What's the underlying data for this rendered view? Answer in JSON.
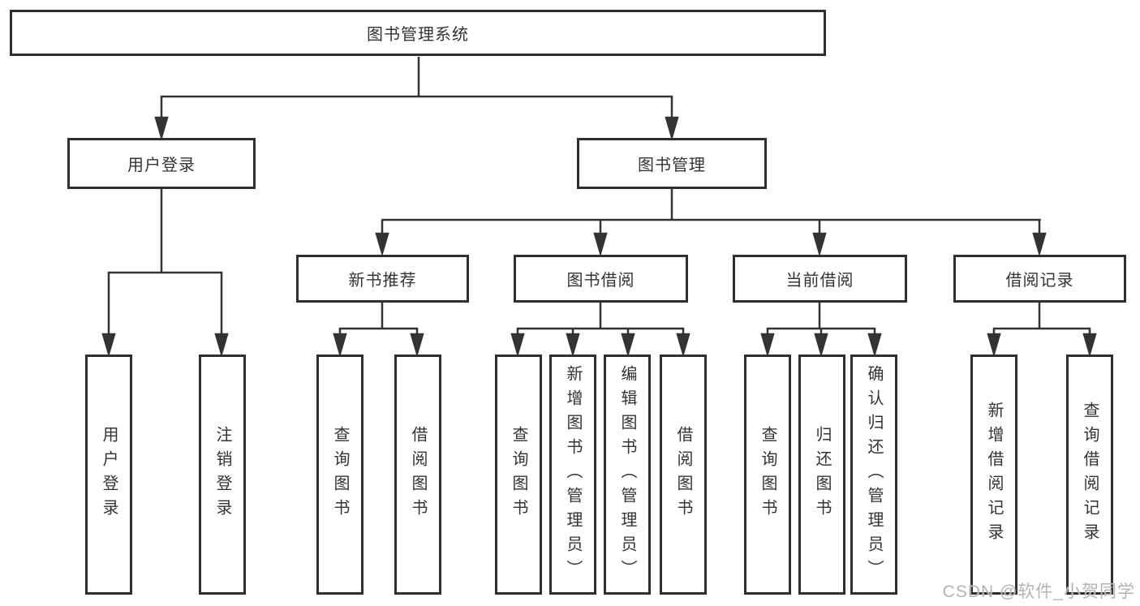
{
  "diagram": {
    "title": "图书管理系统",
    "watermark": "CSDN @软件_小贺同学",
    "colors": {
      "background": "#ffffff",
      "border": "#2f2f2f",
      "line": "#333333",
      "text": "#333333",
      "watermark": "#b3b3b3"
    },
    "nodes": {
      "root": {
        "label": "图书管理系统"
      },
      "user_login": {
        "label": "用户登录"
      },
      "book_mgmt": {
        "label": "图书管理"
      },
      "new_book_rec": {
        "label": "新书推荐"
      },
      "book_borrow": {
        "label": "图书借阅"
      },
      "current_borrow": {
        "label": "当前借阅"
      },
      "borrow_record": {
        "label": "借阅记录"
      },
      "user_login_leaf": {
        "label": "用户登录"
      },
      "logout_leaf": {
        "label": "注销登录"
      },
      "query_book_a": {
        "label": "查询图书"
      },
      "borrow_book_a": {
        "label": "借阅图书"
      },
      "query_book_b": {
        "label": "查询图书"
      },
      "add_book": {
        "label": "新增图书（管理员）"
      },
      "edit_book": {
        "label": "编辑图书（管理员）"
      },
      "borrow_book_b": {
        "label": "借阅图书"
      },
      "query_book_c": {
        "label": "查询图书"
      },
      "return_book": {
        "label": "归还图书"
      },
      "confirm_return": {
        "label": "确认归还（管理员）"
      },
      "add_borrow_record": {
        "label": "新增借阅记录"
      },
      "query_borrow_record": {
        "label": "查询借阅记录"
      }
    },
    "hierarchy": {
      "root": "图书管理系统",
      "children": [
        {
          "label": "用户登录",
          "children": [
            "用户登录",
            "注销登录"
          ]
        },
        {
          "label": "图书管理",
          "children": [
            {
              "label": "新书推荐",
              "children": [
                "查询图书",
                "借阅图书"
              ]
            },
            {
              "label": "图书借阅",
              "children": [
                "查询图书",
                "新增图书（管理员）",
                "编辑图书（管理员）",
                "借阅图书"
              ]
            },
            {
              "label": "当前借阅",
              "children": [
                "查询图书",
                "归还图书",
                "确认归还（管理员）"
              ]
            },
            {
              "label": "借阅记录",
              "children": [
                "新增借阅记录",
                "查询借阅记录"
              ]
            }
          ]
        }
      ]
    }
  }
}
